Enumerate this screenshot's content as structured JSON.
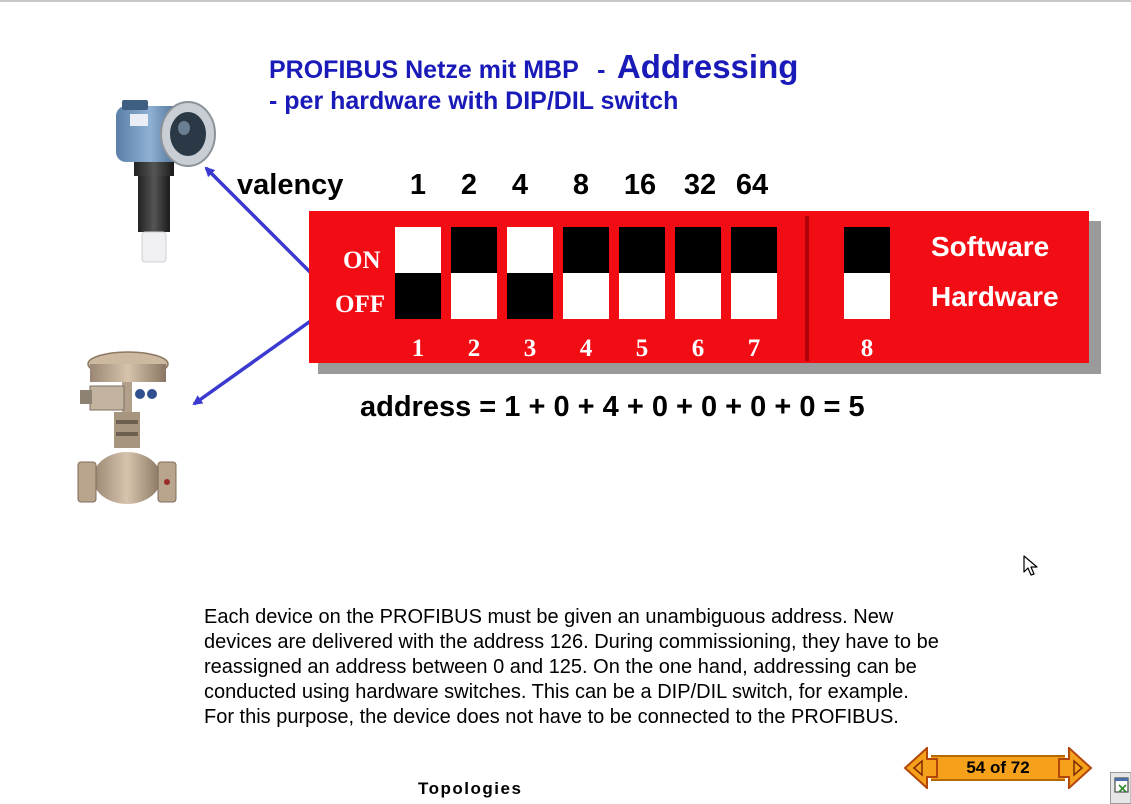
{
  "slide": {
    "title_part1": "PROFIBUS Netze mit MBP",
    "title_separator": "-",
    "title_part2": "Addressing",
    "subtitle": "- per hardware with DIP/DIL switch",
    "valency_label": "valency",
    "valencies": [
      "1",
      "2",
      "4",
      "8",
      "16",
      "32",
      "64"
    ],
    "switch_panel": {
      "on_label": "ON",
      "off_label": "OFF",
      "switches": [
        {
          "number": "1",
          "state": "off"
        },
        {
          "number": "2",
          "state": "on"
        },
        {
          "number": "3",
          "state": "off"
        },
        {
          "number": "4",
          "state": "on"
        },
        {
          "number": "5",
          "state": "on"
        },
        {
          "number": "6",
          "state": "on"
        },
        {
          "number": "7",
          "state": "on"
        },
        {
          "number": "8",
          "state": "on"
        }
      ],
      "software_label": "Software",
      "hardware_label": "Hardware",
      "panel_color": "#f20c14"
    },
    "address_formula": "address = 1 + 0 + 4 + 0 + 0 + 0 + 0 = 5",
    "description": "Each device on the PROFIBUS must be given an unambiguous address. New devices are delivered with the address 126. During commissioning, they have to be reassigned an address between 0 and 125. On the one hand, addressing can be conducted using hardware switches. This can be a DIP/DIL switch, for example. For this purpose, the device does not have to be connected to the PROFIBUS.",
    "footer_label": "Topologies"
  },
  "navigation": {
    "page_indicator": "54 of 72",
    "prev_icon": "left-arrow-icon",
    "next_icon": "right-arrow-icon"
  },
  "colors": {
    "title_blue": "#1a1ab8",
    "arrow_blue": "#3a3ad0",
    "pager_orange": "#f6a11b"
  }
}
